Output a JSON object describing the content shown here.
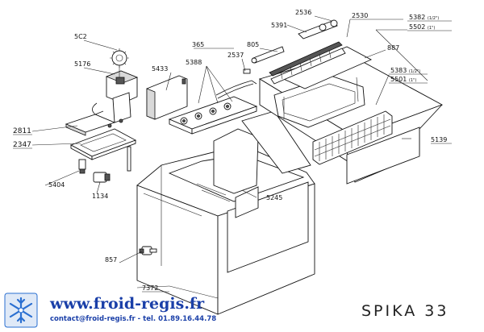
{
  "model_name": "SPIKA 33",
  "brand": {
    "website": "www.froid-regis.fr",
    "contact_line": "contact@froid-regis.fr - tel. 01.89.16.44.78",
    "colors": {
      "text": "#1a3fa8",
      "logo": "#2a6fd1"
    }
  },
  "part_labels": {
    "p5c2": "5C2",
    "p5176": "5176",
    "p2811": "2811",
    "p2347": "2347",
    "p5404": "5404",
    "p1134": "1134",
    "p857": "857",
    "p7372": "7372",
    "p5433": "5433",
    "p365": "365",
    "p5388": "5388",
    "p2537": "2537",
    "p805": "805",
    "p5391": "5391",
    "p2536": "2536",
    "p2530": "2530",
    "p5382": "5382",
    "p5382_size": "(1/2\")",
    "p5502": "5502",
    "p5502_size": "(1\")",
    "p887": "887",
    "p5383": "5383",
    "p5383_size": "(1/2\")",
    "p5501": "5501",
    "p5501_size": "(1\")",
    "p5139": "5139",
    "p5245": "5245"
  }
}
